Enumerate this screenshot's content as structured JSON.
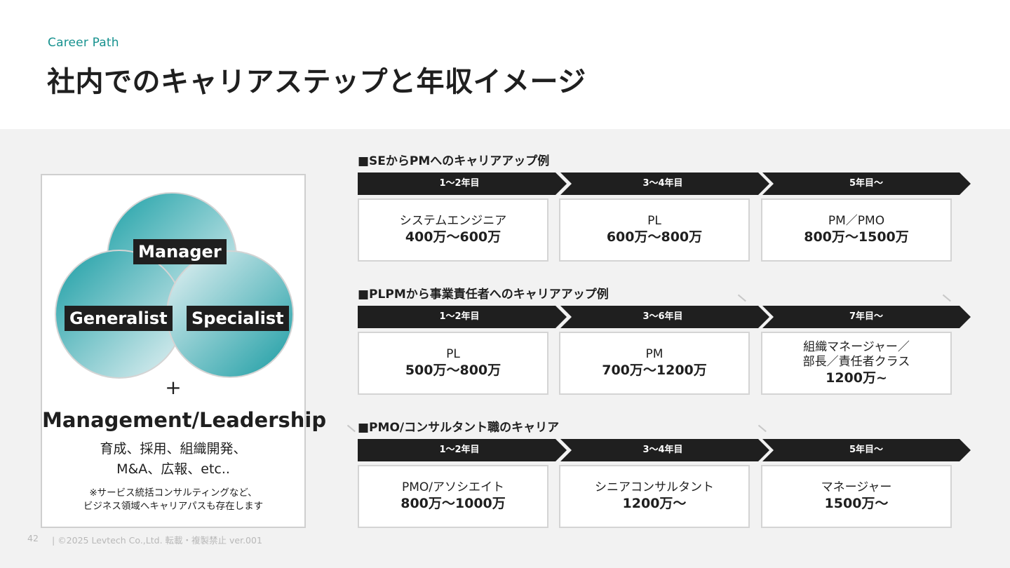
{
  "header": {
    "eyebrow": "Career Path",
    "title": "社内でのキャリアステップと年収イメージ"
  },
  "left_panel": {
    "venn": {
      "manager": "Manager",
      "generalist": "Generalist",
      "specialist": "Specialist"
    },
    "plus": "+",
    "heading": "Management/Leadership",
    "sub_line1": "育成、採用、組織開発、",
    "sub_line2": "M&A、広報、etc..",
    "note_line1": "※サービス統括コンサルティングなど、",
    "note_line2": "ビジネス領域へキャリアパスも存在します"
  },
  "sections": [
    {
      "title": "■SEからPMへのキャリアアップ例",
      "steps": [
        {
          "label": "1〜2年目",
          "role_lines": [
            "システムエンジニア"
          ],
          "salary": "400万〜600万"
        },
        {
          "label": "3〜4年目",
          "role_lines": [
            "PL"
          ],
          "salary": "600万〜800万"
        },
        {
          "label": "5年目〜",
          "role_lines": [
            "PM／PMO"
          ],
          "salary": "800万〜1500万"
        }
      ]
    },
    {
      "title": "■PLPMから事業責任者へのキャリアアップ例",
      "steps": [
        {
          "label": "1〜2年目",
          "role_lines": [
            "PL"
          ],
          "salary": "500万〜800万"
        },
        {
          "label": "3〜6年目",
          "role_lines": [
            "PM"
          ],
          "salary": "700万〜1200万"
        },
        {
          "label": "7年目〜",
          "role_lines": [
            "組織マネージャー／",
            "部長／責任者クラス"
          ],
          "salary": "1200万~"
        }
      ]
    },
    {
      "title": "■PMO/コンサルタント職のキャリア",
      "steps": [
        {
          "label": "1〜2年目",
          "role_lines": [
            "PMO/アソシエイト"
          ],
          "salary": "800万〜1000万"
        },
        {
          "label": "3〜4年目",
          "role_lines": [
            "シニアコンサルタント"
          ],
          "salary": "1200万〜"
        },
        {
          "label": "5年目〜",
          "role_lines": [
            "マネージャー"
          ],
          "salary": "1500万〜"
        }
      ]
    }
  ],
  "footer": {
    "page_number": "42",
    "copyright": "|  ©2025 Levtech Co.,Ltd.  転載・複製禁止  ver.001"
  },
  "colors": {
    "accent": "#17928f",
    "arrow": "#1f1f1f",
    "band": "#f2f2f2",
    "circle_dark": "#1ea1a7",
    "circle_light": "#e4f1f3"
  }
}
